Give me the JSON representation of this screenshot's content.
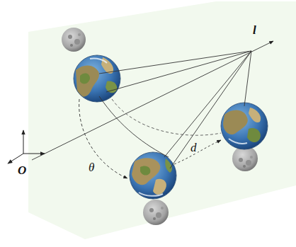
{
  "diagram": {
    "labels": [
      "l",
      "O",
      "θ",
      "d"
    ]
  }
}
